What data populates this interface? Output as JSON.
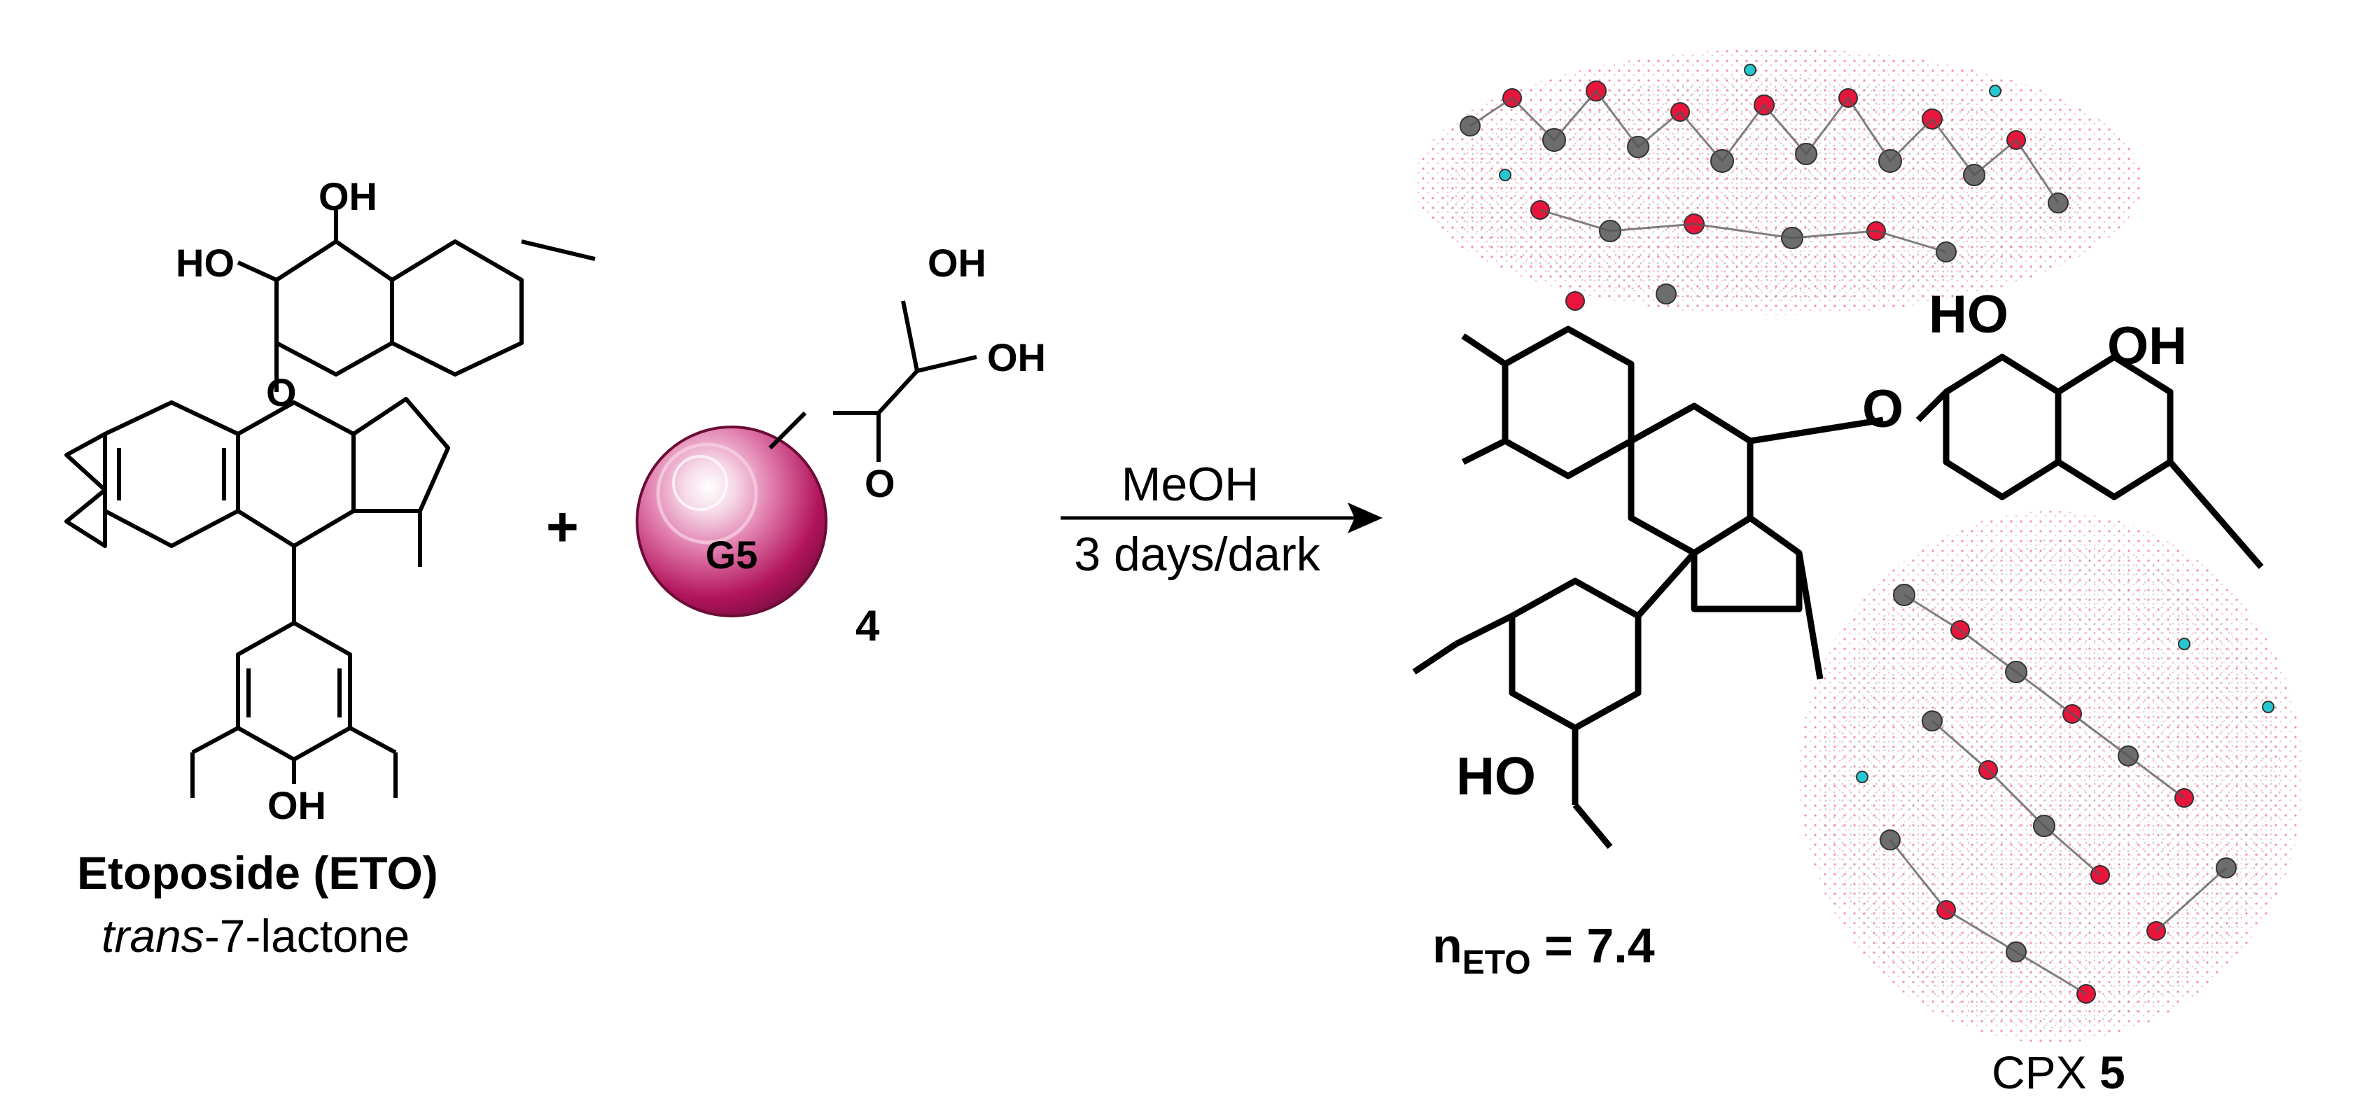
{
  "etoposide": {
    "name": "Etoposide (ETO)",
    "subtitle_italic": "trans",
    "subtitle_rest": "-7-lactone",
    "atom_labels": {
      "oh_top": "OH",
      "ho_left": "HO",
      "oh_bottom": "OH",
      "o": "O"
    }
  },
  "reaction": {
    "plus": "+",
    "reagent_number": "4",
    "bead_label": "G5",
    "reagent_labels": {
      "oh1": "OH",
      "oh2": "OH",
      "o": "O"
    },
    "solvent": "MeOH",
    "conditions": "3 days/dark"
  },
  "product": {
    "n_eto_main": "n",
    "n_eto_sub": "ETO",
    "n_eto_value": " = 7.4",
    "cpx_prefix": "CPX ",
    "cpx_number": "5",
    "atom_labels": {
      "ho": "HO",
      "oh": "OH",
      "o": "O"
    }
  },
  "colors": {
    "bead": "#c2186b",
    "oxygen": "#e8163c",
    "carbon": "#6d6d6d",
    "hydrogen": "#27c7cf"
  }
}
